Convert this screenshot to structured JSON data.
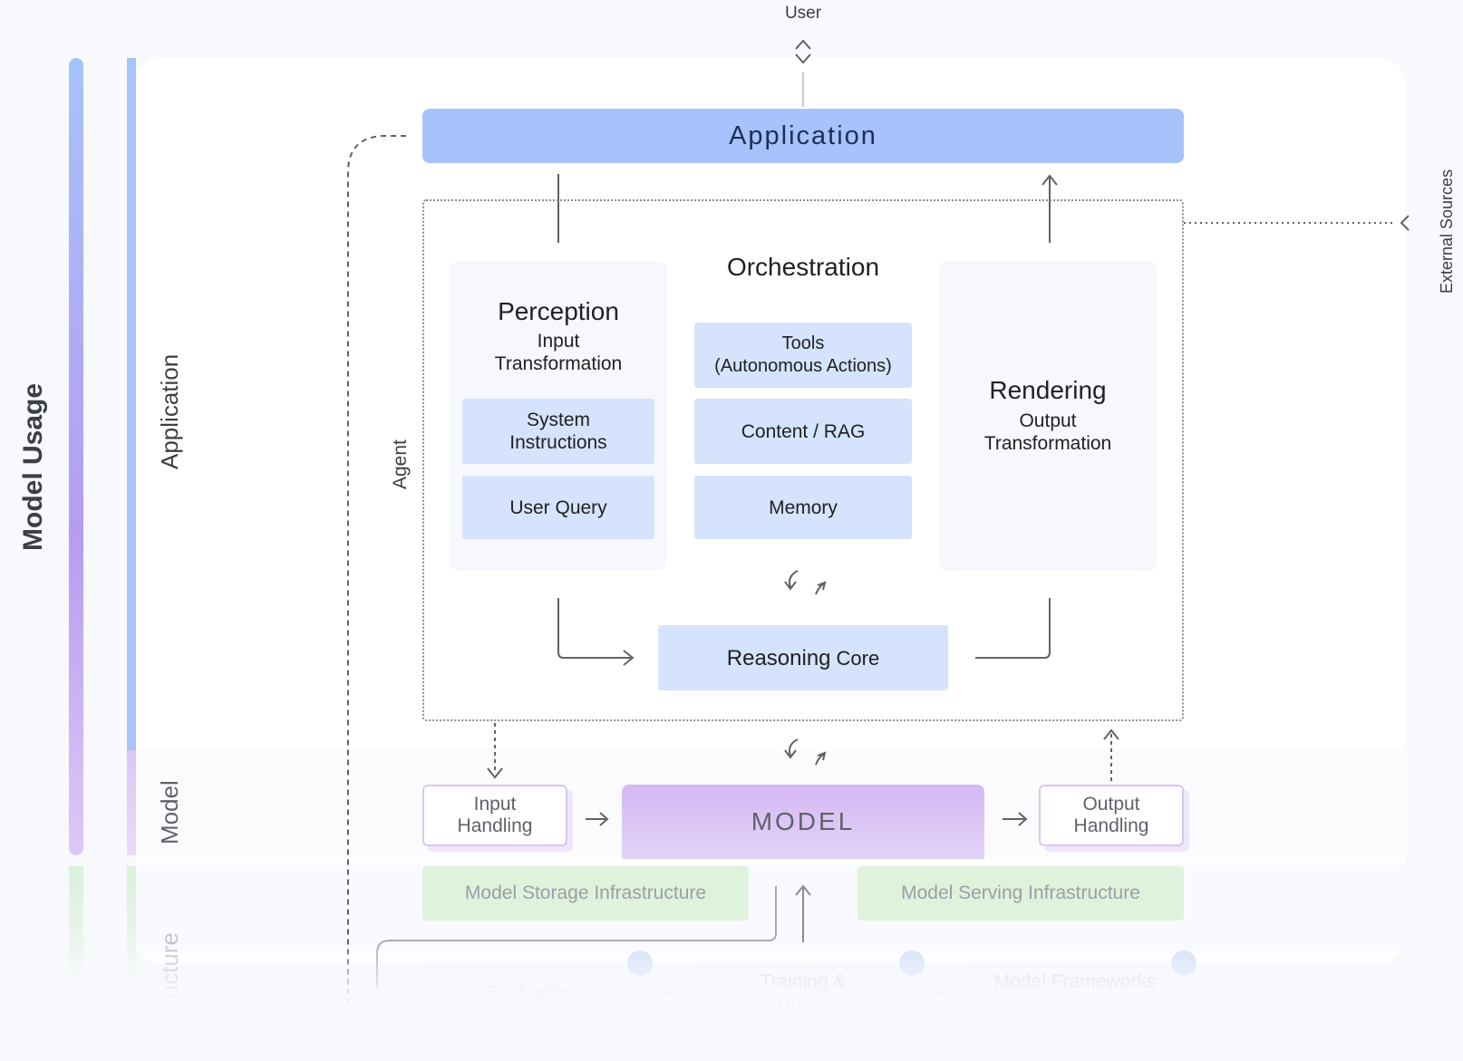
{
  "labels": {
    "model_usage": "Model Usage",
    "layer_application": "Application",
    "layer_model": "Model",
    "layer_infrastructure": "ructure",
    "agent": "Agent",
    "external_sources": "External Sources",
    "user": "User"
  },
  "application": {
    "title": "Application"
  },
  "agent": {
    "orchestration": {
      "title": "Orchestration",
      "tools_line1": "Tools",
      "tools_line2": "(Autonomous Actions)",
      "content_rag": "Content / RAG",
      "memory": "Memory"
    },
    "perception": {
      "title": "Perception",
      "sub_line1": "Input",
      "sub_line2": "Transformation",
      "system_line1": "System",
      "system_line2": "Instructions",
      "user_query": "User Query"
    },
    "rendering": {
      "title": "Rendering",
      "sub_line1": "Output",
      "sub_line2": "Transformation"
    },
    "reasoning": {
      "main": "Reasoning",
      "suffix": "Core"
    }
  },
  "model_layer": {
    "input_line1": "Input",
    "input_line2": "Handling",
    "model": "MODEL",
    "output_line1": "Output",
    "output_line2": "Handling"
  },
  "infrastructure": {
    "storage": "Model Storage Infrastructure",
    "serving": "Model Serving Infrastructure",
    "evaluation": "Evaluation",
    "training_line1": "Training &",
    "training_line2": "Tuning",
    "frameworks_line1": "Model Frameworks",
    "frameworks_line2": "& Code"
  },
  "colors": {
    "application_blue": "#a6c3fb",
    "block_blue": "#d6e3fc",
    "model_purple": "#d4b8f3",
    "infra_green": "#dff2dc"
  }
}
